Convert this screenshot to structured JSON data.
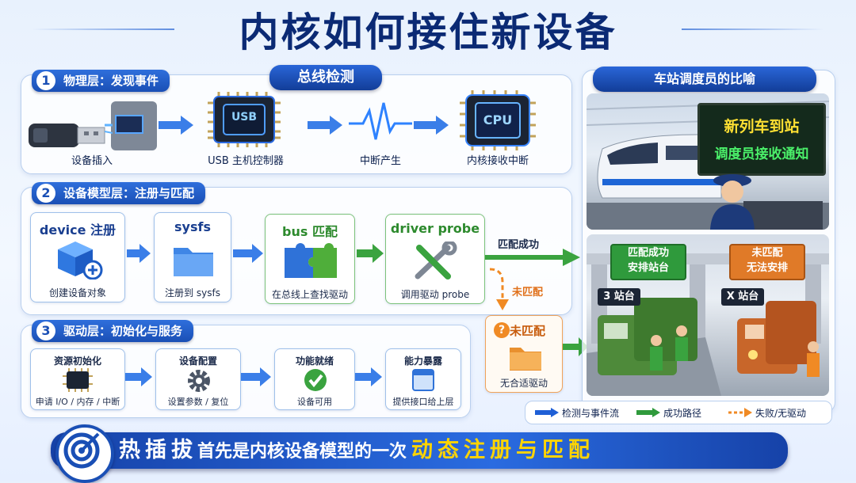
{
  "title": "内核如何接住新设备",
  "section1": {
    "num": "1",
    "label": "物理层：发现事件",
    "center_pill": "总线检测",
    "items": [
      {
        "caption": "设备插入",
        "icon": "usb-stick-icon"
      },
      {
        "caption": "USB 主机控制器",
        "chip_text": "USB",
        "icon": "usb-chip-icon"
      },
      {
        "caption": "中断产生",
        "icon": "pulse-wave-icon"
      },
      {
        "caption": "内核接收中断",
        "chip_text": "CPU",
        "icon": "cpu-chip-icon"
      }
    ]
  },
  "section2": {
    "num": "2",
    "label": "设备模型层：注册与匹配",
    "cards": [
      {
        "title": "device 注册",
        "caption": "创建设备对象",
        "icon": "cube-add-icon"
      },
      {
        "title": "sysfs",
        "caption": "注册到 sysfs",
        "icon": "folder-icon"
      },
      {
        "title": "bus 匹配",
        "caption": "在总线上查找驱动",
        "icon": "puzzle-icon"
      },
      {
        "title": "driver probe",
        "caption": "调用驱动 probe",
        "icon": "tools-icon"
      }
    ],
    "match_ok": "匹配成功",
    "match_fail": "未匹配",
    "unmatched_card": {
      "title": "未匹配",
      "caption": "无合适驱动",
      "icon": "question-folder-icon"
    }
  },
  "section3": {
    "num": "3",
    "label": "驱动层：初始化与服务",
    "cards": [
      {
        "title": "资源初始化",
        "caption": "申请 I/O / 内存 / 中断",
        "icon": "chip-icon"
      },
      {
        "title": "设备配置",
        "caption": "设置参数 / 复位",
        "icon": "gear-icon"
      },
      {
        "title": "功能就绪",
        "caption": "设备可用",
        "icon": "check-icon"
      },
      {
        "title": "能力暴露",
        "caption": "提供接口给上层",
        "icon": "window-icon"
      }
    ]
  },
  "analogy": {
    "title": "车站调度员的比喻",
    "sign_line1": "新列车到站",
    "sign_line2": "调度员接收通知",
    "ok_sign_line1": "匹配成功",
    "ok_sign_line2": "安排站台",
    "ok_platform": "3 站台",
    "fail_sign_line1": "未匹配",
    "fail_sign_line2": "无法安排",
    "fail_platform": "X 站台"
  },
  "legend": {
    "items": [
      {
        "label": "检测与事件流",
        "color": "#1f5fd6"
      },
      {
        "label": "成功路径",
        "color": "#2f9a3c"
      },
      {
        "label": "失败/无驱动",
        "color": "#f08a24"
      }
    ]
  },
  "banner": {
    "lead": "热插拔",
    "middle": "首先是内核设备模型的一次",
    "highlight": "动态注册与匹配",
    "icon": "target-icon"
  }
}
